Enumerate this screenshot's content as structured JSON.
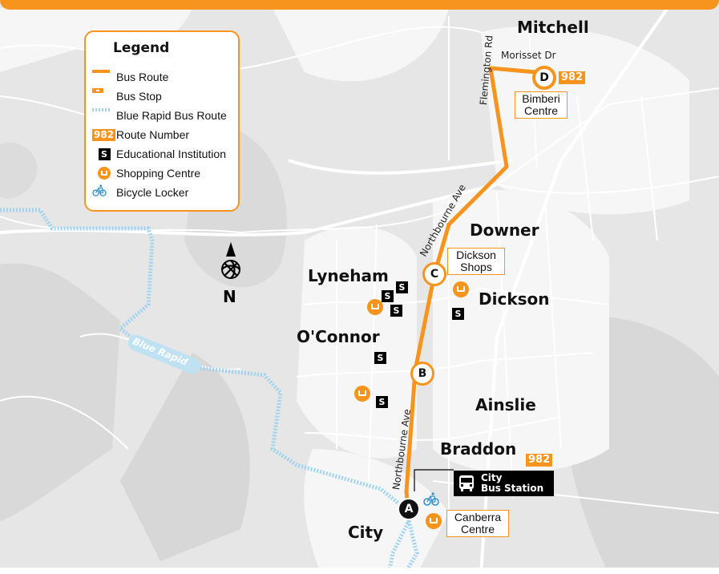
{
  "map": {
    "suburbs": {
      "mitchell": "Mitchell",
      "downer": "Downer",
      "lyneham": "Lyneham",
      "dickson": "Dickson",
      "oconnor": "O'Connor",
      "ainslie": "Ainslie",
      "braddon": "Braddon",
      "city": "City"
    },
    "roads": {
      "flemington": "Flemington Rd",
      "morisset": "Morisset Dr",
      "northbourne_upper": "Northbourne Ave",
      "northbourne_lower": "Northbourne Ave",
      "blue_rapid": "Blue Rapid"
    },
    "stops": {
      "a": "A",
      "b": "B",
      "c": "C",
      "d": "D"
    },
    "places": {
      "bimberi": "Bimberi Centre",
      "dickson_shops": "Dickson Shops",
      "canberra_centre": "Canberra Centre",
      "city_bus_station_1": "City",
      "city_bus_station_2": "Bus Station"
    },
    "route_number": "982",
    "route_number_2": "982",
    "school_symbol": "S",
    "compass_letter": "N",
    "colors": {
      "route": "#f7941d",
      "blue_rapid": "#9fd3ee",
      "background": "#e6e6e6",
      "roads": "#ffffff"
    }
  },
  "legend": {
    "title": "Legend",
    "items": [
      {
        "label": "Bus Route",
        "icon": "route-line-icon"
      },
      {
        "label": "Bus Stop",
        "icon": "bus-stop-icon"
      },
      {
        "label": "Blue Rapid Bus Route",
        "icon": "dotted-line-icon"
      },
      {
        "label": "Route Number",
        "icon": "route-number-badge",
        "badge": "982"
      },
      {
        "label": "Educational Institution",
        "icon": "school-icon",
        "badge": "S"
      },
      {
        "label": "Shopping Centre",
        "icon": "shopping-cart-icon"
      },
      {
        "label": "Bicycle Locker",
        "icon": "bicycle-icon"
      }
    ]
  }
}
